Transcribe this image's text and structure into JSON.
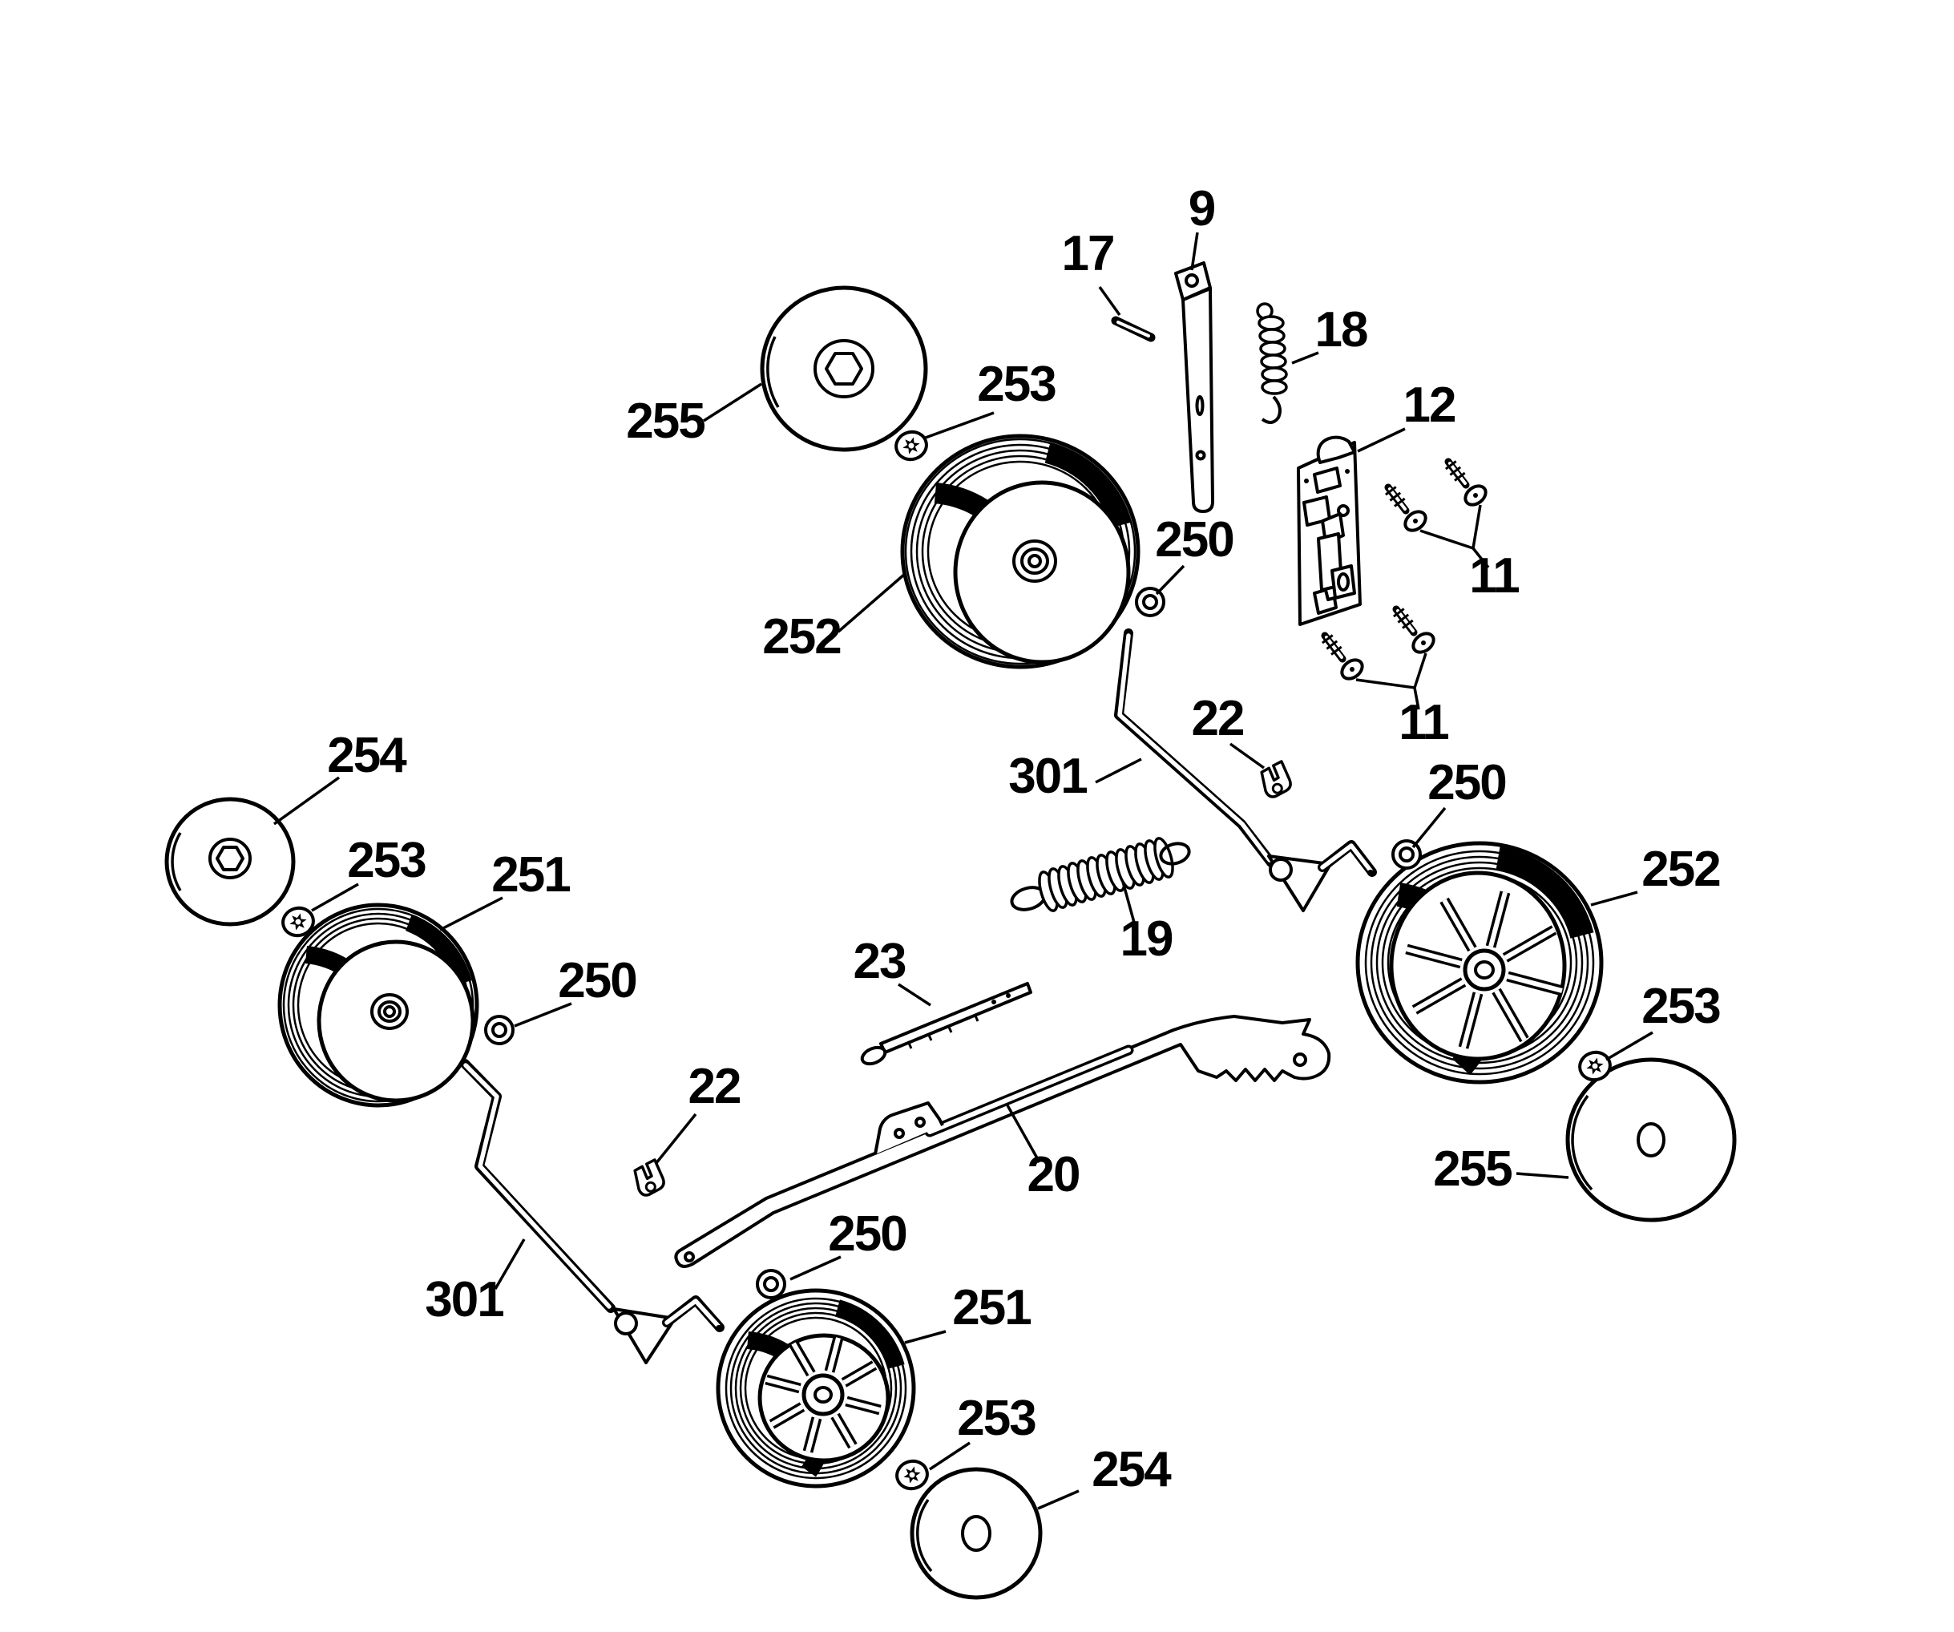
{
  "diagram": {
    "background_color": "#ffffff",
    "line_color": "#000000",
    "callouts": [
      {
        "part": "9",
        "text": "9"
      },
      {
        "part": "17",
        "text": "17"
      },
      {
        "part": "18",
        "text": "18"
      },
      {
        "part": "255",
        "text": "255"
      },
      {
        "part": "253",
        "text": "253"
      },
      {
        "part": "12",
        "text": "12"
      },
      {
        "part": "252",
        "text": "252"
      },
      {
        "part": "250",
        "text": "250"
      },
      {
        "part": "11",
        "text": "11"
      },
      {
        "part": "11",
        "text": "11"
      },
      {
        "part": "22",
        "text": "22"
      },
      {
        "part": "301",
        "text": "301"
      },
      {
        "part": "250",
        "text": "250"
      },
      {
        "part": "252",
        "text": "252"
      },
      {
        "part": "254",
        "text": "254"
      },
      {
        "part": "253",
        "text": "253"
      },
      {
        "part": "251",
        "text": "251"
      },
      {
        "part": "250",
        "text": "250"
      },
      {
        "part": "19",
        "text": "19"
      },
      {
        "part": "23",
        "text": "23"
      },
      {
        "part": "253",
        "text": "253"
      },
      {
        "part": "255",
        "text": "255"
      },
      {
        "part": "22",
        "text": "22"
      },
      {
        "part": "20",
        "text": "20"
      },
      {
        "part": "301",
        "text": "301"
      },
      {
        "part": "250",
        "text": "250"
      },
      {
        "part": "251",
        "text": "251"
      },
      {
        "part": "253",
        "text": "253"
      },
      {
        "part": "254",
        "text": "254"
      }
    ]
  }
}
